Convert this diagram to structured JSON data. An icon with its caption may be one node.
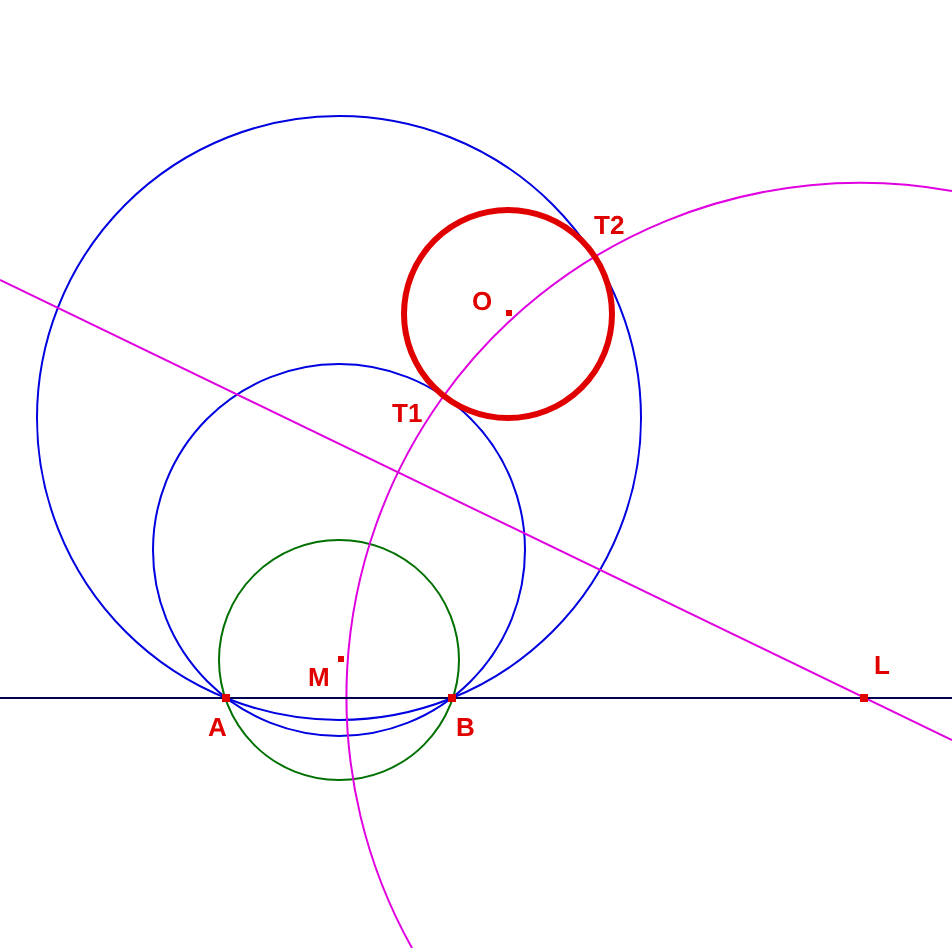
{
  "diagram": {
    "labels": [
      "T2",
      "O",
      "T1",
      "L",
      "M",
      "A",
      "B"
    ]
  }
}
